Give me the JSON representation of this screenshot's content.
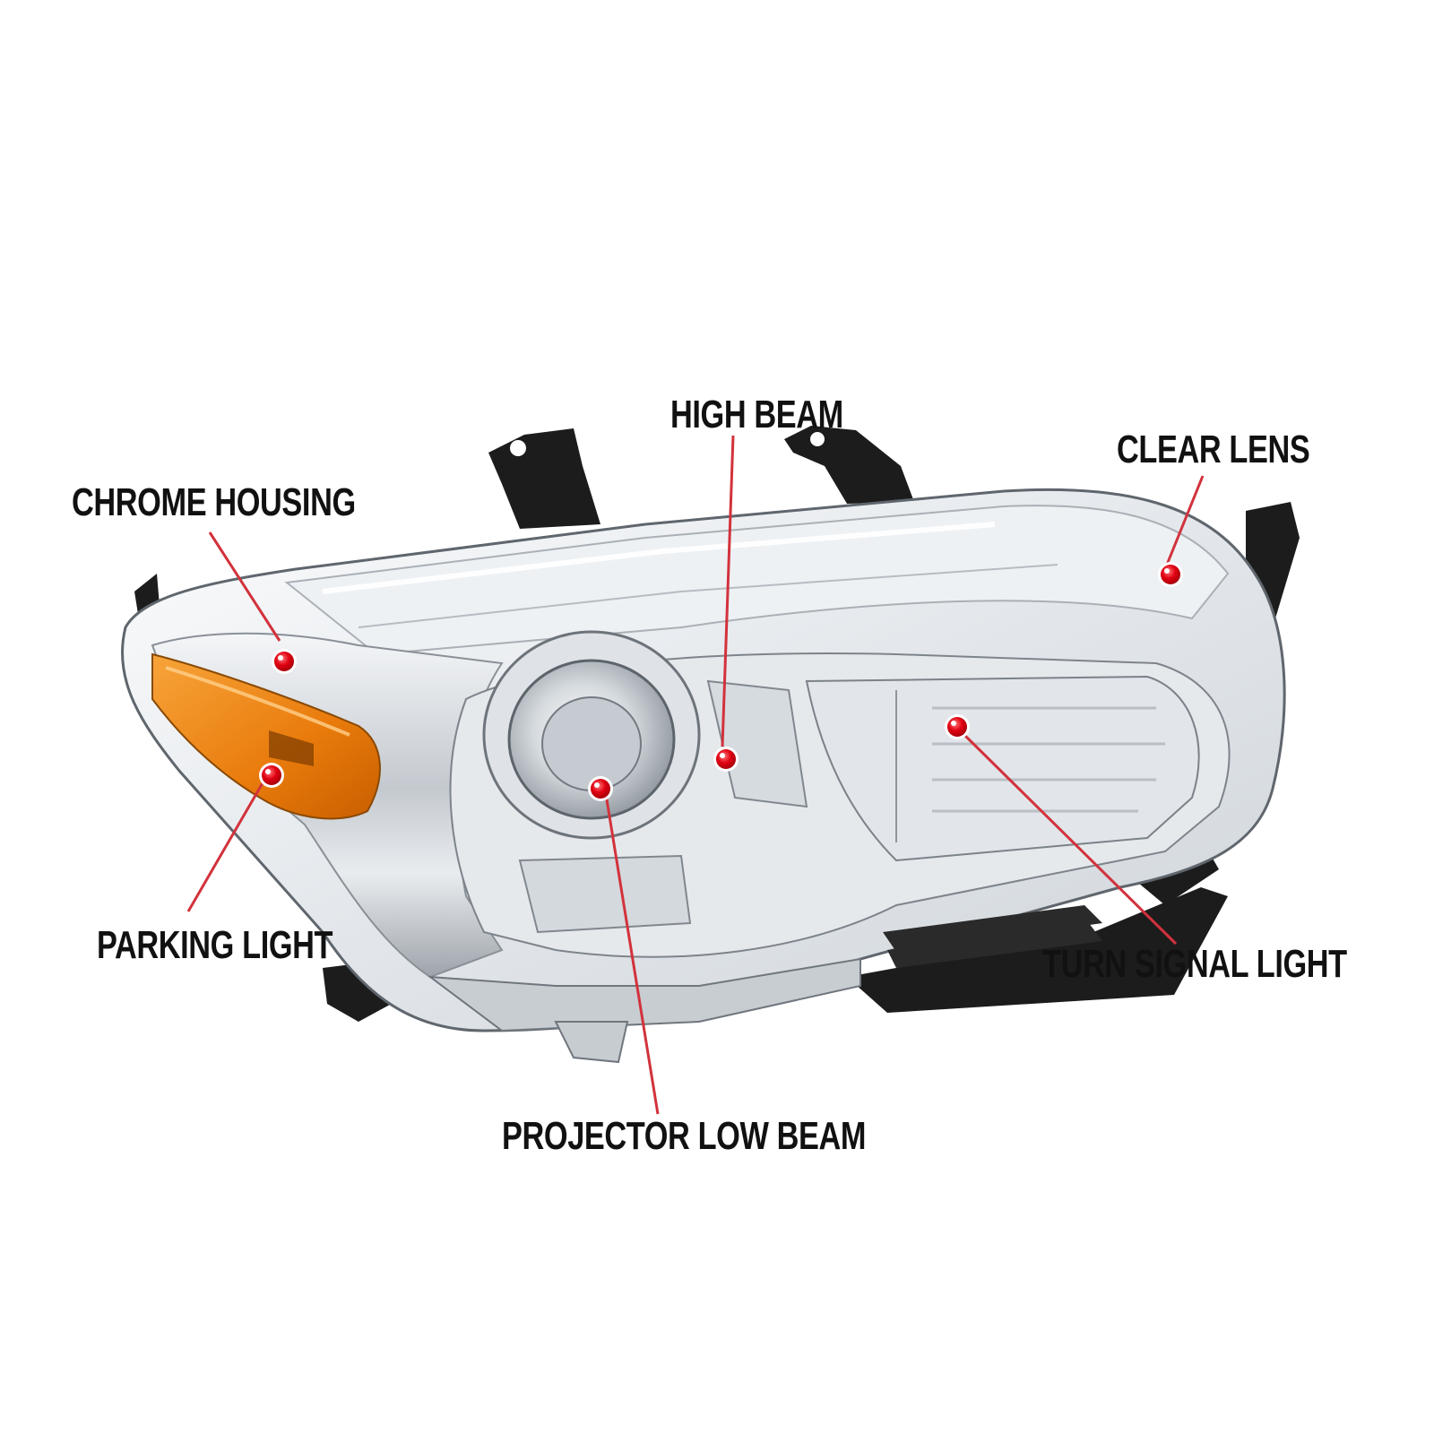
{
  "labels": {
    "chrome_housing": "CHROME HOUSING",
    "high_beam": "HIGH BEAM",
    "clear_lens": "CLEAR LENS",
    "parking_light": "PARKING LIGHT",
    "turn_signal_light": "TURN SIGNAL LIGHT",
    "projector_low_beam": "PROJECTOR LOW BEAM"
  },
  "colors": {
    "leader_line": "#d2323c",
    "marker": "#e00010",
    "label_text": "#111111",
    "amber": "#f08a10",
    "chrome": "#c9ced4",
    "mount_black": "#1c1c1c"
  }
}
